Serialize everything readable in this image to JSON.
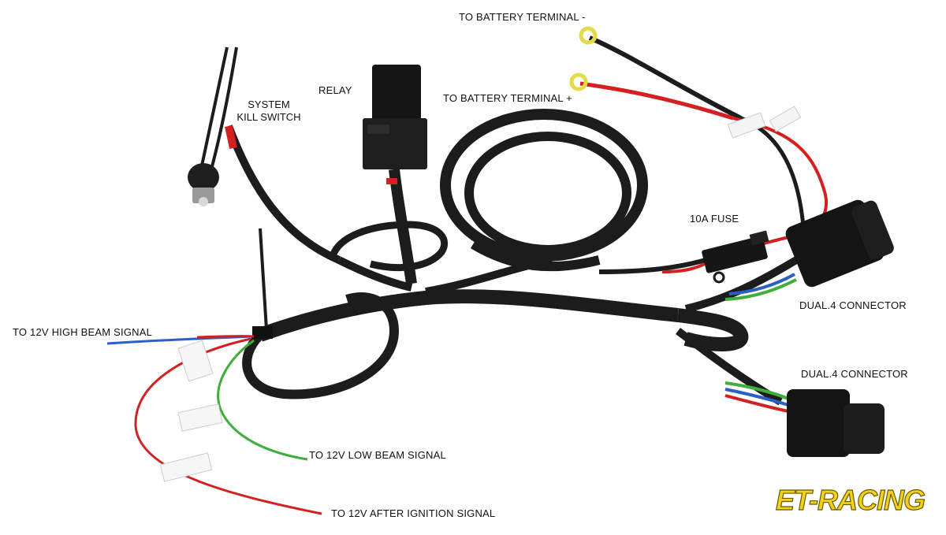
{
  "labels": {
    "battery_negative": "TO BATTERY TERMINAL -",
    "battery_positive": "TO BATTERY TERMINAL +",
    "relay": "RELAY",
    "kill_switch_line1": "SYSTEM",
    "kill_switch_line2": "KILL SWITCH",
    "fuse": "10A FUSE",
    "dual_connector_1": "DUAL.4 CONNECTOR",
    "dual_connector_2": "DUAL.4 CONNECTOR",
    "high_beam": "TO 12V HIGH BEAM SIGNAL",
    "low_beam": "TO 12V LOW BEAM SIGNAL",
    "after_ignition": "TO 12V AFTER IGNITION SIGNAL"
  },
  "brand": {
    "logo_text": "ET-RACING",
    "color": "#f3d11a"
  },
  "colors": {
    "sheath": "#1c1c1c",
    "red_wire": "#d42020",
    "blue_wire": "#2a5fc4",
    "green_wire": "#3fae3a",
    "ring_terminal": "#e3dc4a"
  }
}
